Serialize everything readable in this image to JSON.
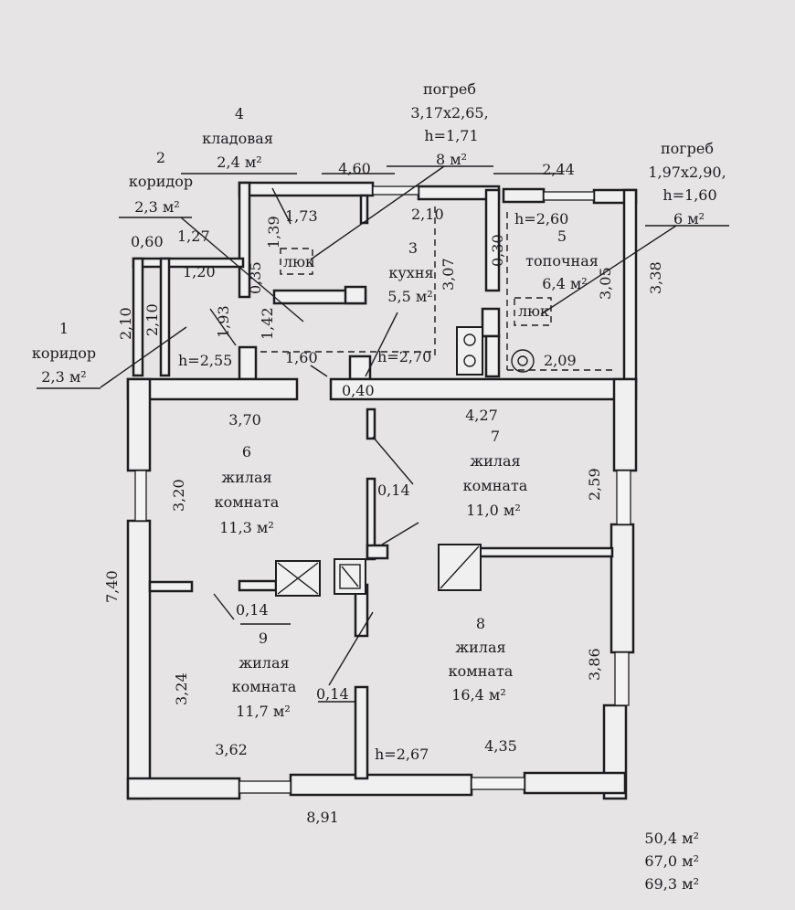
{
  "rooms": {
    "r1": {
      "num": "1",
      "name": "коридор",
      "area": "2,3 м²"
    },
    "r2": {
      "num": "2",
      "name": "коридор",
      "area": "2,3 м²"
    },
    "r3": {
      "num": "3",
      "name": "кухня",
      "area": "5,5 м²"
    },
    "r4": {
      "num": "4",
      "name": "кладовая",
      "area": "2,4 м²"
    },
    "r5": {
      "num": "5",
      "name": "топочная",
      "area": "6,4 м²"
    },
    "r6": {
      "num": "6",
      "name1": "жилая",
      "name2": "комната",
      "area": "11,3 м²"
    },
    "r7": {
      "num": "7",
      "name1": "жилая",
      "name2": "комната",
      "area": "11,0 м²"
    },
    "r8": {
      "num": "8",
      "name1": "жилая",
      "name2": "комната",
      "area": "16,4 м²"
    },
    "r9": {
      "num": "9",
      "name1": "жилая",
      "name2": "комната",
      "area": "11,7 м²"
    }
  },
  "cellars": {
    "c1": {
      "title": "погреб",
      "dims": "3,17x2,65,",
      "height": "h=1,71",
      "area": "8 м²"
    },
    "c2": {
      "title": "погреб",
      "dims": "1,97x2,90,",
      "height": "h=1,60",
      "area": "6 м²"
    }
  },
  "hatch_label": "люк",
  "dims": {
    "d460": "4,60",
    "d244": "2,44",
    "d173": "1,73",
    "d139": "1,39",
    "d210k": "2,10",
    "d030": "0,30",
    "dh260": "h=2,60",
    "d307": "3,07",
    "d305": "3,05",
    "d338": "3,38",
    "d060": "0,60",
    "d127": "1,27",
    "d120": "1,20",
    "d035": "0,35",
    "d142": "1,42",
    "d193": "1,93",
    "d210a": "2,10",
    "d210b": "2,10",
    "dh255": "h=2,55",
    "d160": "1,60",
    "dh270": "h=2,70",
    "d209": "2,09",
    "d040": "0,40",
    "d370": "3,70",
    "d427": "4,27",
    "d014a": "0,14",
    "d320": "3,20",
    "d259": "2,59",
    "d740": "7,40",
    "d014b": "0,14",
    "d324": "3,24",
    "d014c": "0,14",
    "d386": "3,86",
    "d362": "3,62",
    "dh267": "h=2,67",
    "d435": "4,35",
    "d891": "8,91"
  },
  "totals": [
    "50,4 м²",
    "67,0 м²",
    "69,3 м²"
  ]
}
